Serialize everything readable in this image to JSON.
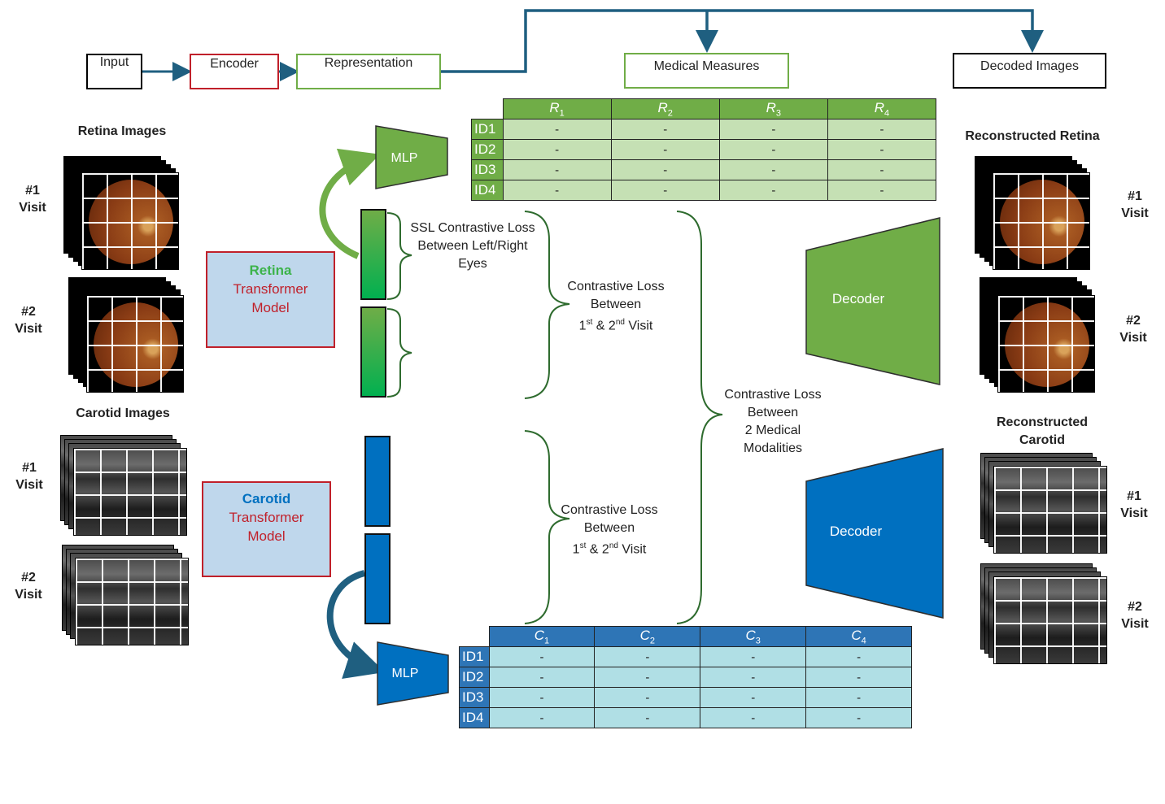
{
  "legend": {
    "input": "Input",
    "encoder": "Encoder",
    "representation": "Representation",
    "medical_measures": "Medical Measures",
    "decoded_images": "Decoded Images"
  },
  "retina_section": {
    "title": "Retina Images",
    "visit1": [
      "#1",
      "Visit"
    ],
    "visit2": [
      "#2",
      "Visit"
    ],
    "model_title": "Retina",
    "model_line2": "Transformer",
    "model_line3": "Model"
  },
  "carotid_section": {
    "title": "Carotid Images",
    "visit1": [
      "#1",
      "Visit"
    ],
    "visit2": [
      "#2",
      "Visit"
    ],
    "model_title": "Carotid",
    "model_line2": "Transformer",
    "model_line3": "Model"
  },
  "mlp": {
    "retina": "MLP",
    "carotid": "MLP"
  },
  "retina_table": {
    "headers": [
      "R",
      "R",
      "R",
      "R"
    ],
    "subscripts": [
      "1",
      "2",
      "3",
      "4"
    ],
    "ids": [
      "ID1",
      "ID2",
      "ID3",
      "ID4"
    ],
    "cell": "-"
  },
  "carotid_table": {
    "headers": [
      "C",
      "C",
      "C",
      "C"
    ],
    "subscripts": [
      "1",
      "2",
      "3",
      "4"
    ],
    "ids": [
      "ID1",
      "ID2",
      "ID3",
      "ID4"
    ],
    "cell": "-"
  },
  "losses": {
    "ssl": [
      "SSL Contrastive Loss",
      "Between Left/Right",
      "Eyes"
    ],
    "retina_visit": {
      "line1": "Contrastive Loss",
      "line2": "Between",
      "first": "1",
      "st": "st",
      "amp": " & 2",
      "nd": "nd",
      "visit": " Visit"
    },
    "carotid_visit": {
      "line1": "Contrastive Loss",
      "line2": "Between",
      "first": "1",
      "st": "st",
      "amp": " & 2",
      "nd": "nd",
      "visit": " Visit"
    },
    "modalities": [
      "Contrastive Loss",
      "Between",
      "2 Medical",
      "Modalities"
    ]
  },
  "decoders": {
    "retina": "Decoder",
    "carotid": "Decoder"
  },
  "reconstructed": {
    "retina_title": "Reconstructed Retina",
    "carotid_title_1": "Reconstructed",
    "carotid_title_2": "Carotid",
    "retina_visit1": [
      "#1",
      "Visit"
    ],
    "retina_visit2": [
      "#2",
      "Visit"
    ],
    "carotid_visit1": [
      "#1",
      "Visit"
    ],
    "carotid_visit2": [
      "#2",
      "Visit"
    ]
  },
  "colors": {
    "green": "#70ad47",
    "green_dark": "#548235",
    "green_light": "#c5e0b4",
    "blue": "#0070c0",
    "blue_dark": "#2e75b6",
    "blue_light": "#b0dfe5",
    "red": "#c0202a",
    "arrow": "#1f5f80",
    "brace": "#2e6b2e"
  }
}
